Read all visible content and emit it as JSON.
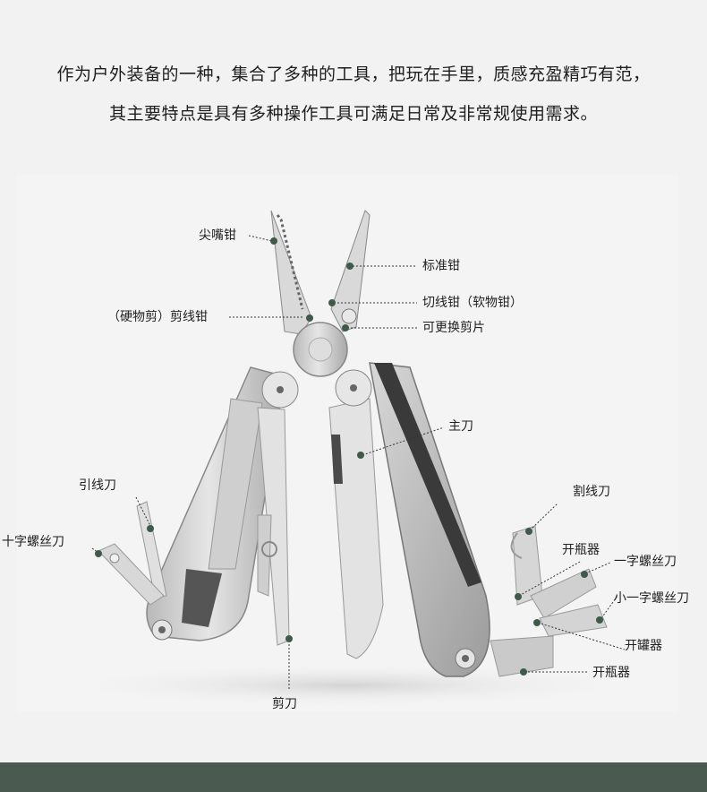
{
  "intro": {
    "line1": "作为户外装备的一种，集合了多种的工具，把玩在手里，质感充盈精巧有范，",
    "line2": "其主要特点是具有多种操作工具可满足日常及非常规使用需求。"
  },
  "colors": {
    "page_background": "#f2f2f2",
    "photo_background": "#f4f4f4",
    "dot": "#3f5a4a",
    "bottom_bar": "#4a5a50"
  },
  "callouts": [
    {
      "id": "needle-nose-pliers",
      "label": "尖嘴钳"
    },
    {
      "id": "standard-pliers",
      "label": "标准钳"
    },
    {
      "id": "wire-cutter-soft",
      "label": "切线钳（软物钳）"
    },
    {
      "id": "replaceable-blade",
      "label": "可更换剪片"
    },
    {
      "id": "wire-cutter-hard",
      "label": "（硬物剪）剪线钳"
    },
    {
      "id": "main-knife",
      "label": "主刀"
    },
    {
      "id": "wire-stripper-blade",
      "label": "引线刀"
    },
    {
      "id": "phillips-screwdriver",
      "label": "十字螺丝刀"
    },
    {
      "id": "scissors",
      "label": "剪刀"
    },
    {
      "id": "wire-cutting-knife",
      "label": "割线刀"
    },
    {
      "id": "bottle-opener-1",
      "label": "开瓶器"
    },
    {
      "id": "flat-screwdriver",
      "label": "一字螺丝刀"
    },
    {
      "id": "small-flat-screwdriver",
      "label": "小一字螺丝刀"
    },
    {
      "id": "can-opener",
      "label": "开罐器"
    },
    {
      "id": "bottle-opener-2",
      "label": "开瓶器"
    }
  ]
}
